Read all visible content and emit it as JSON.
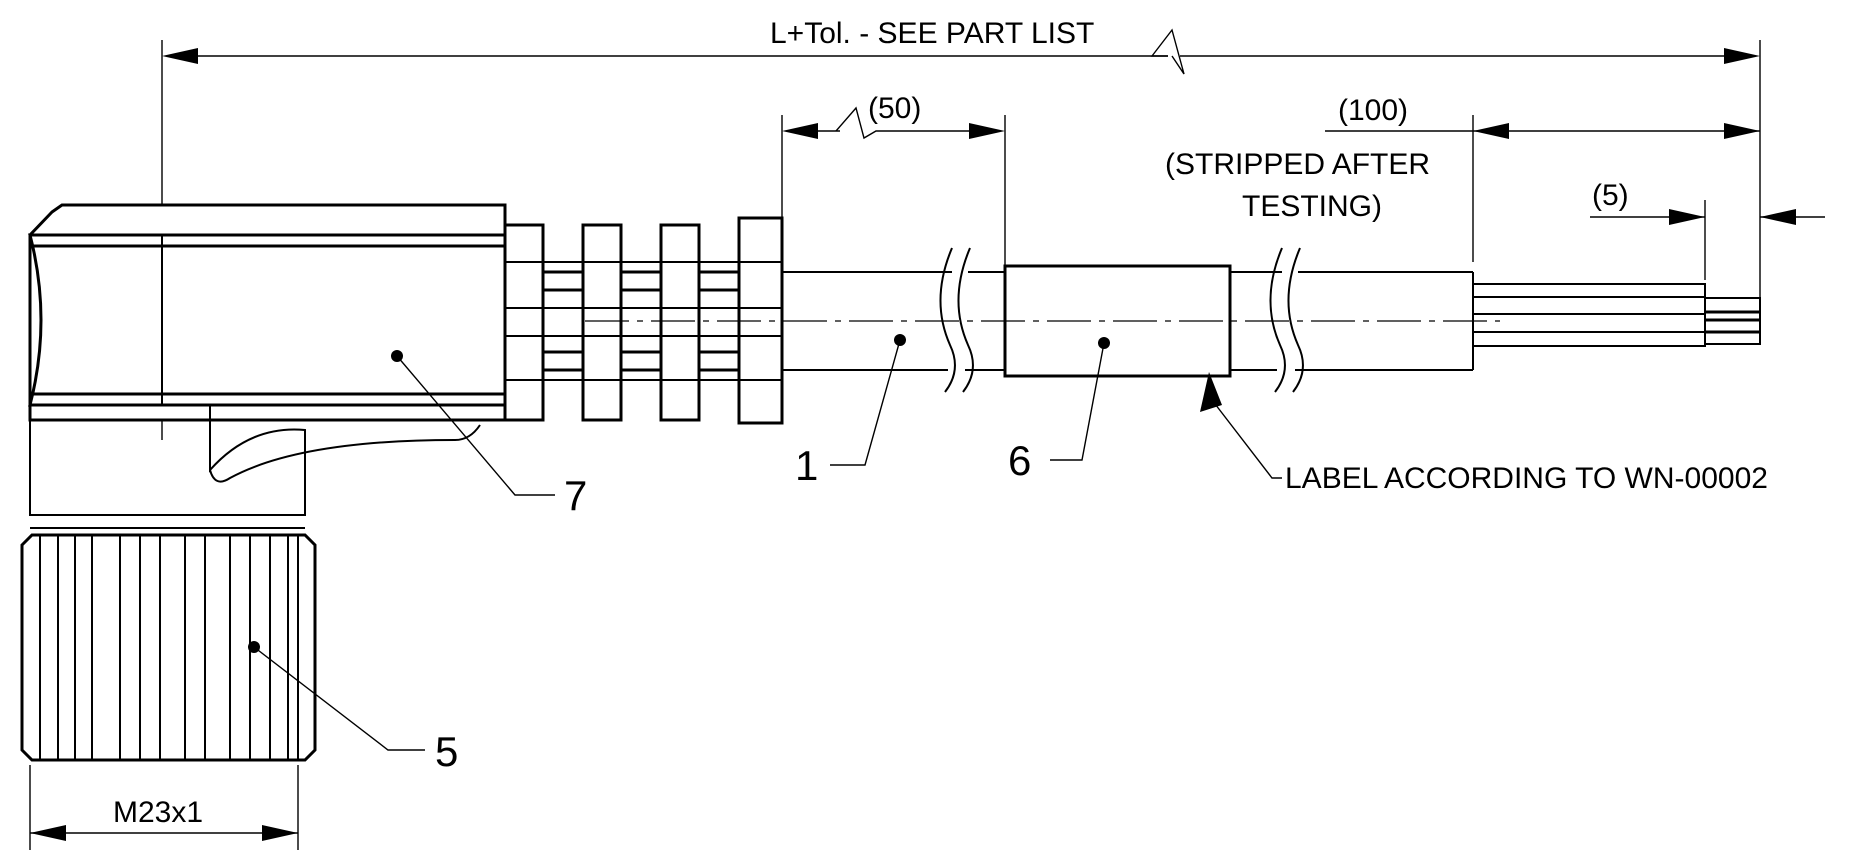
{
  "dimensions": {
    "overall_length": "L+Tol. - SEE PART LIST",
    "dim_50": "(50)",
    "dim_100": "(100)",
    "stripped_note_line1": "(STRIPPED AFTER",
    "stripped_note_line2": "TESTING)",
    "dim_5": "(5)",
    "thread": "M23x1"
  },
  "callouts": {
    "cable": "1",
    "coupling_nut": "5",
    "label_sleeve": "6",
    "housing": "7",
    "label_note": "LABEL ACCORDING TO WN-00002"
  }
}
